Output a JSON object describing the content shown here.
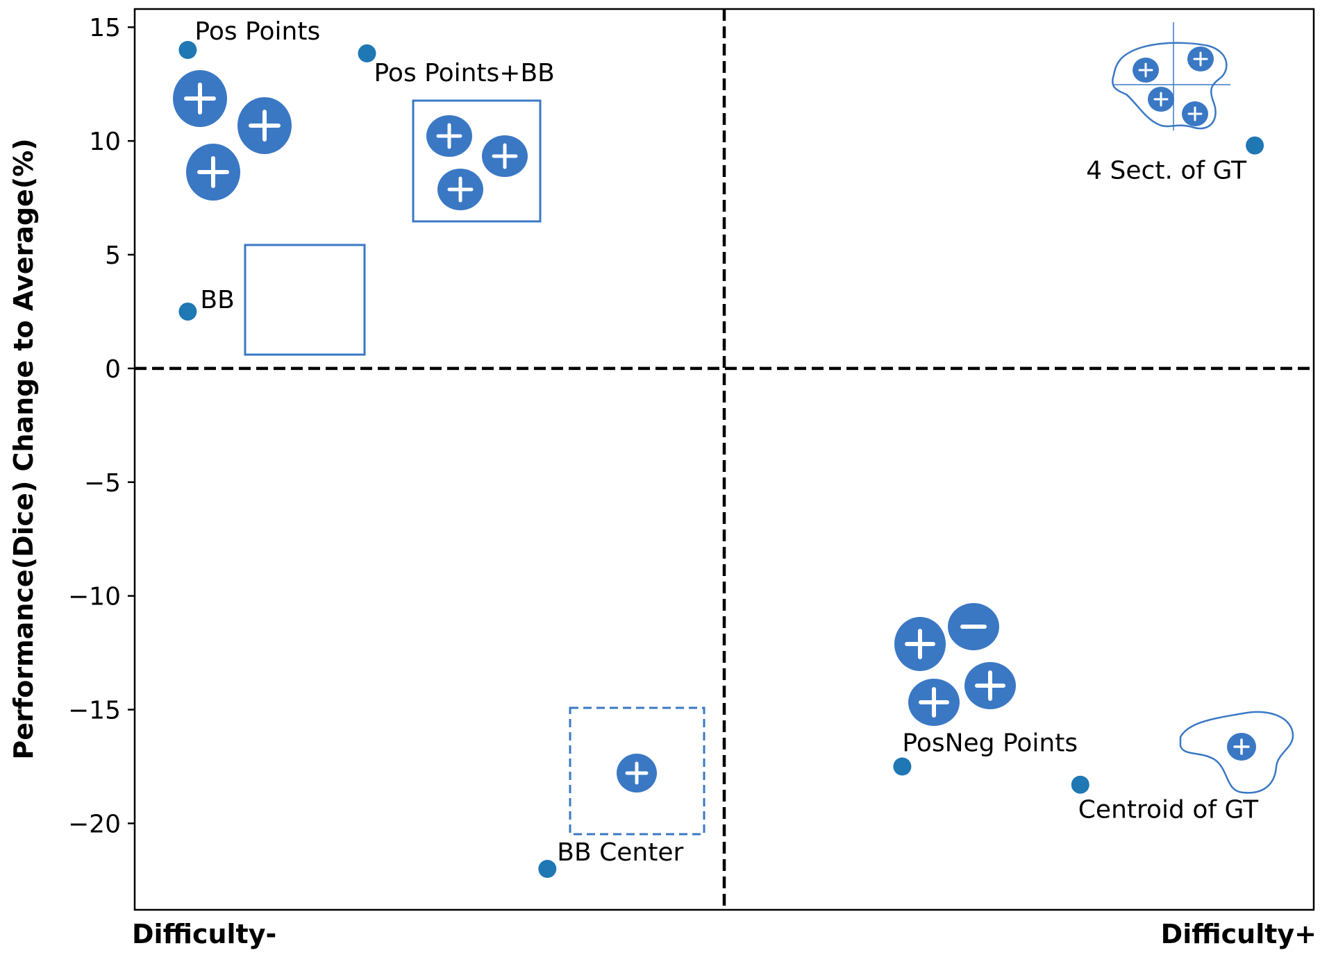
{
  "chart_data": {
    "type": "scatter",
    "title": "",
    "ylabel": "Performance(Dice) Change to Average(%)",
    "xlabel_left": "Difficulty-",
    "xlabel_right": "Difficulty+",
    "ylim": [
      -23.8,
      15.8
    ],
    "xlim": [
      0,
      10
    ],
    "yticks": [
      15,
      10,
      5,
      0,
      -5,
      -10,
      -15,
      -20
    ],
    "ytick_labels": [
      "15",
      "10",
      "5",
      "0",
      "−5",
      "−10",
      "−15",
      "−20"
    ],
    "quadrant_lines": {
      "x": 5,
      "y": 0
    },
    "point_color": "#1f77b4",
    "icon_color": "#3a78c4",
    "points": [
      {
        "label": "Pos Points",
        "x": 0.45,
        "y": 14.0
      },
      {
        "label": "Pos Points+BB",
        "x": 1.97,
        "y": 13.85
      },
      {
        "label": "BB",
        "x": 0.45,
        "y": 2.5
      },
      {
        "label": "4 Sect. of GT",
        "x": 9.5,
        "y": 9.8
      },
      {
        "label": "PosNeg Points",
        "x": 6.51,
        "y": -17.5
      },
      {
        "label": "Centroid of GT",
        "x": 8.02,
        "y": -18.3
      },
      {
        "label": "BB Center",
        "x": 3.5,
        "y": -22.0
      }
    ]
  }
}
